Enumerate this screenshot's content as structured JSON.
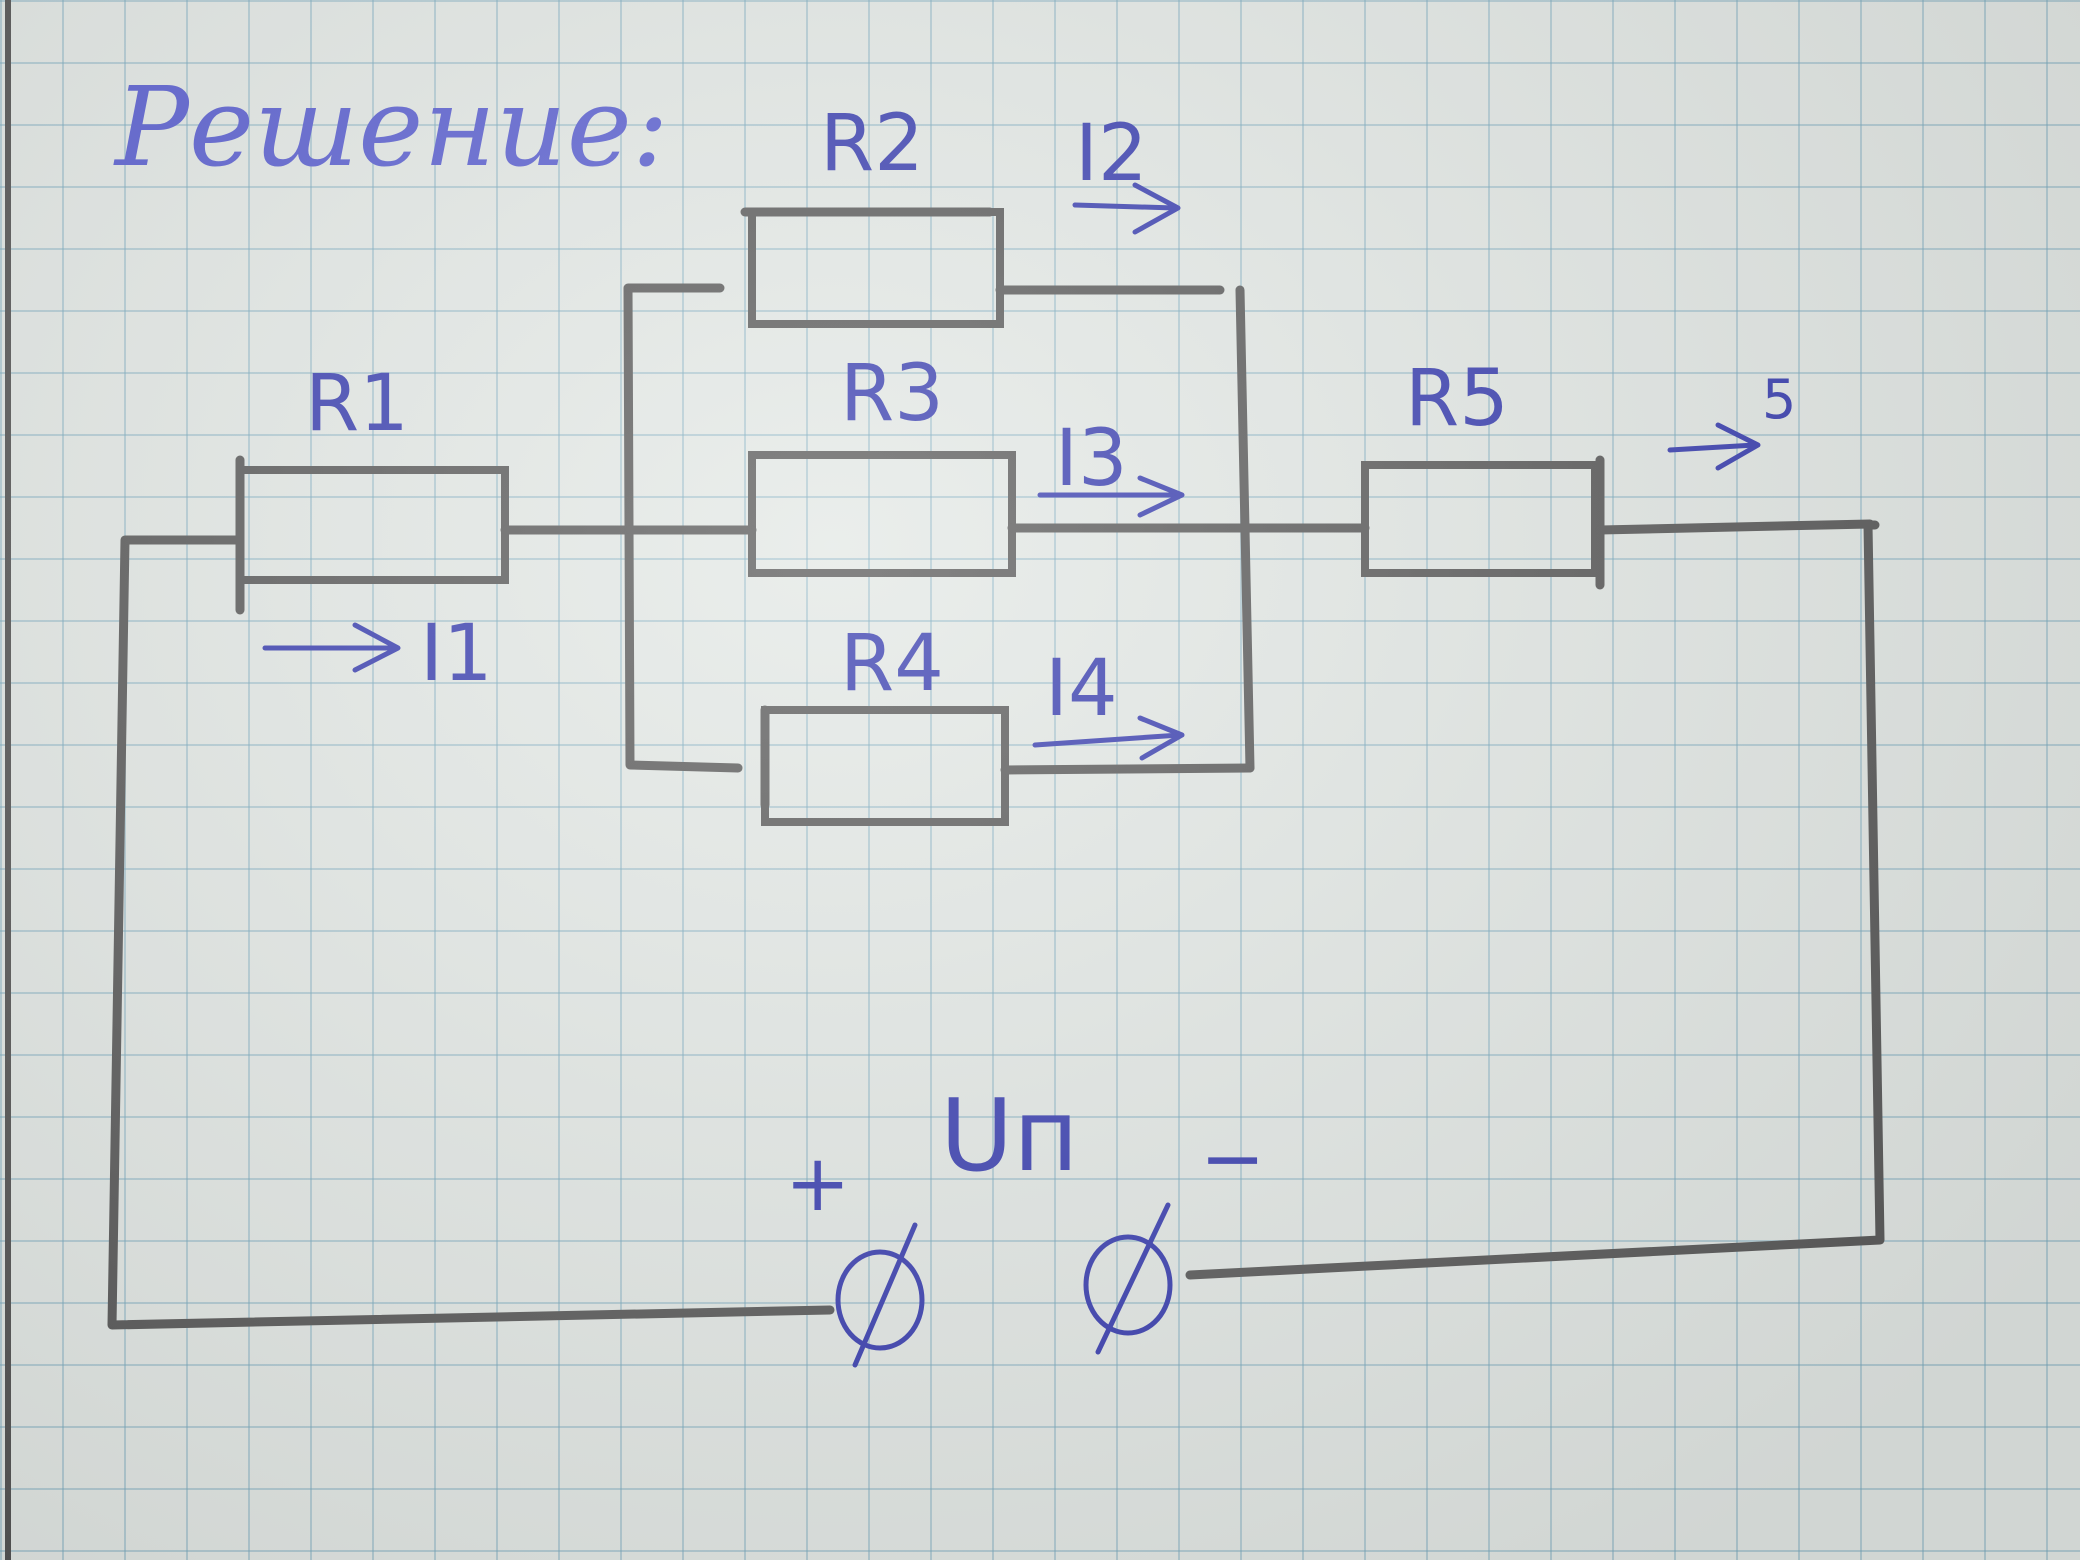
{
  "heading": "Решение:",
  "resistors": {
    "r1": "R1",
    "r2": "R2",
    "r3": "R3",
    "r4": "R4",
    "r5": "R5"
  },
  "currents": {
    "i1": "I1",
    "i2": "I2",
    "i3": "I3",
    "i4": "I4",
    "i5": "5"
  },
  "source": {
    "label": "Uп",
    "plus": "+",
    "minus": "−",
    "terminal_symbol": "Ø"
  },
  "colors": {
    "ink": "#3a3fb0",
    "pencil": "#5a5a5a",
    "grid": "#78aabe"
  }
}
